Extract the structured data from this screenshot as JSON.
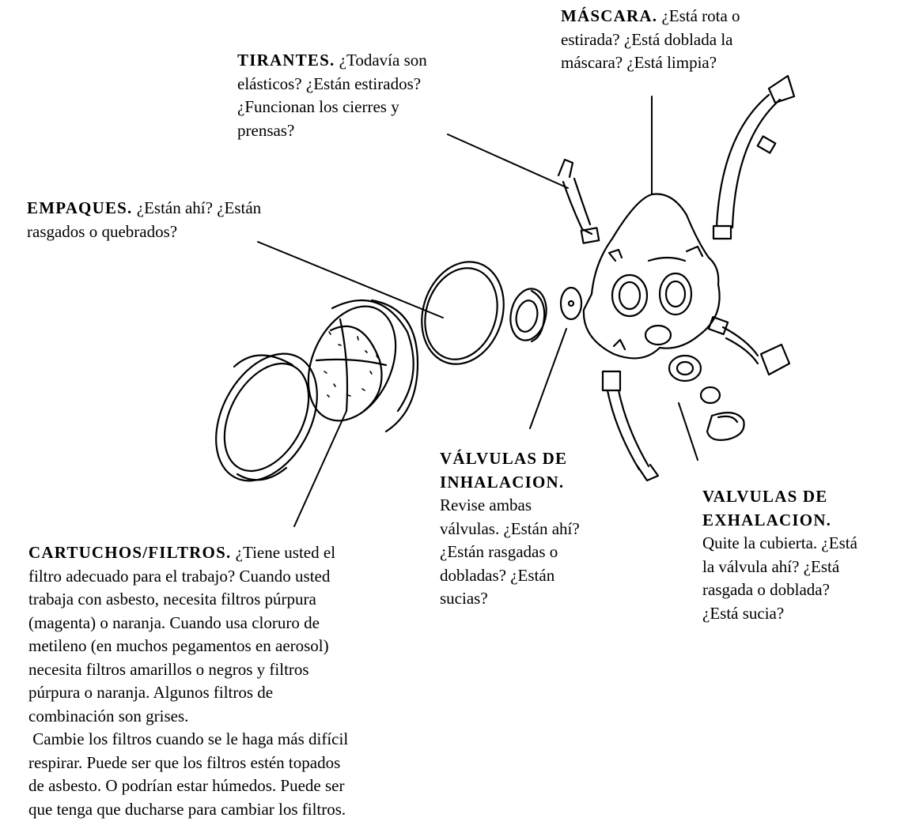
{
  "mascara": {
    "title": "MÁSCARA.",
    "lines": [
      "¿Está rota o",
      "estirada? ¿Está doblada la",
      "máscara? ¿Está limpia?"
    ]
  },
  "tirantes": {
    "title": "TIRANTES.",
    "lines": [
      "¿Todavía son",
      "elásticos? ¿Están estirados?",
      "¿Funcionan los cierres y",
      "prensas?"
    ]
  },
  "empaques": {
    "title": "EMPAQUES.",
    "lines": [
      "¿Están ahí? ¿Están",
      "rasgados o quebrados?"
    ]
  },
  "inhalacion": {
    "title_lines": [
      "VÁLVULAS DE",
      "INHALACION."
    ],
    "lines": [
      "Revise ambas",
      "válvulas. ¿Están ahí?",
      "¿Están rasgadas o",
      "dobladas? ¿Están",
      "sucias?"
    ]
  },
  "exhalacion": {
    "title_lines": [
      "VALVULAS DE",
      "EXHALACION."
    ],
    "lines": [
      "Quite la cubierta. ¿Está",
      "la válvula ahí? ¿Está",
      "rasgada o doblada?",
      "¿Está sucia?"
    ]
  },
  "cartuchos": {
    "title": "CARTUCHOS/FILTROS.",
    "lines": [
      "¿Tiene usted el",
      "filtro adecuado para el trabajo? Cuando usted",
      "trabaja con asbesto, necesita filtros púrpura",
      "(magenta) o naranja. Cuando usa cloruro de",
      "metileno (en muchos pegamentos en aerosol)",
      "necesita filtros amarillos o negros y filtros",
      "púrpura o naranja. Algunos filtros de",
      "combinación son grises.",
      " Cambie los filtros cuando se le haga más difícil",
      "respirar. Puede ser que los filtros estén topados",
      "de asbesto. O podrían estar húmedos. Puede ser",
      "que tenga que ducharse para cambiar los filtros."
    ]
  }
}
